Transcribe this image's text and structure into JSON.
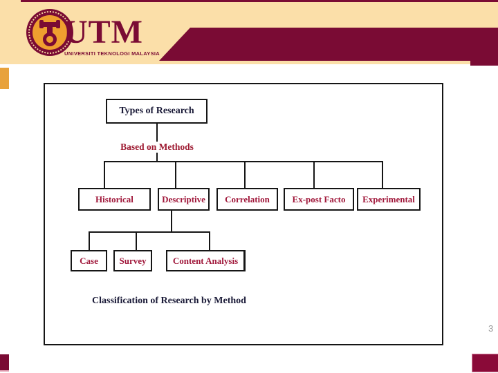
{
  "header": {
    "logo_acronym": "UTM",
    "logo_subtitle": "UNIVERSITI TEKNOLOGI MALAYSIA"
  },
  "diagram": {
    "root": "Types of Research",
    "branch_label": "Based on Methods",
    "methods": [
      "Historical",
      "Descriptive",
      "Correlation",
      "Ex-post Facto",
      "Experimental"
    ],
    "descriptive_children": [
      "Case",
      "Survey",
      "Content Analysis"
    ],
    "caption": "Classification of Research by Method"
  },
  "page": {
    "page_number": "3"
  },
  "colors": {
    "maroon": "#7A0B34",
    "cream_header": "#FBDFA9",
    "accent_orange": "#E8A23C",
    "seal_inner_orange": "#EF9F2F",
    "box_text_red": "#A0173A",
    "heading_navy": "#1B1B38",
    "page_number_gray": "#999999"
  }
}
